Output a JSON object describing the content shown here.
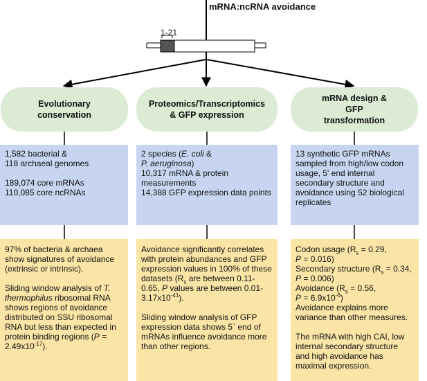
{
  "header": {
    "title": "mRNA:ncRNA avoidance",
    "range_label": "1-21"
  },
  "columns": [
    {
      "pill": [
        "Evolutionary",
        "conservation"
      ],
      "facts": [
        "1,582 bacterial &",
        "118 archaeal genomes",
        "",
        "189,074 core mRNAs",
        "110,085 core ncRNAs"
      ],
      "findings": {
        "p1": "97% of bacteria & archaea show signatures of avoidance (extrinsic or intrinsic).",
        "p2_a": "Sliding window analysis of ",
        "p2_species": "T. thermophilus",
        "p2_b": " ribosomal RNA shows regions of avoidance distributed on SSU ribosomal RNA but less than expected in protein binding regions (",
        "p2_p": "P",
        "p2_c": " = 2.49x10",
        "p2_exp": "-17",
        "p2_d": ")."
      }
    },
    {
      "pill": [
        "Proteomics/Transcriptomics",
        "& GFP expression"
      ],
      "facts": {
        "l1_a": "2 species (",
        "l1_sp1": "E. coli",
        "l1_b": " &",
        "l2_sp2": "P. aeruginosa",
        "l2_b": ")",
        "l3": "10,317 mRNA & protein measurements",
        "l4": "14,388 GFP expression data points"
      },
      "findings": {
        "p1_a": "Avoidance significantly correlates with protein abundances and GFP expression values in 100% of these datasets (R",
        "p1_sub": "s",
        "p1_b": " are between 0.11-0.65, ",
        "p1_p": "P",
        "p1_c": " values are between 0.01-3.17x10",
        "p1_exp": "-41",
        "p1_d": ").",
        "p2": "Sliding window analysis of GFP expression data shows 5` end of mRNAs influence avoidance more than other regions."
      }
    },
    {
      "pill": [
        "mRNA design &",
        "GFP",
        "transformation"
      ],
      "facts": "13 synthetic GFP mRNAs sampled from high/low codon usage, 5' end internal secondary structure and avoidance using 52 biological replicates",
      "findings": {
        "codon_a": "Codon usage (R",
        "codon_sub": "s",
        "codon_b": " = 0.29,",
        "codon_p": "P",
        "codon_c": " = 0.016)",
        "sec_a": "Secondary structure (R",
        "sec_sub": "s",
        "sec_b": " = 0.34,",
        "sec_p": "P",
        "sec_c": " = 0.006)",
        "avoid_a": "Avoidance (R",
        "avoid_sub": "s",
        "avoid_b": " = 0.56,",
        "avoid_p": "P",
        "avoid_c": " = 6.9x10",
        "avoid_exp": "-6",
        "avoid_d": ")",
        "variance": "Avoidance explains more variance than other measures.",
        "cai": "The mRNA with high CAI, low internal secondary structure and high avoidance has maximal expression."
      }
    }
  ]
}
